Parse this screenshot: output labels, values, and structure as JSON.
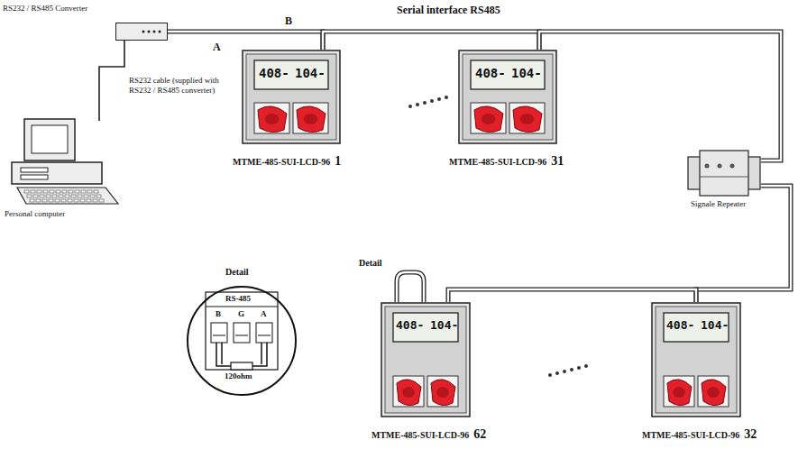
{
  "diagram": {
    "nodes": [
      {
        "text": [
          "RS232 / RS485 Converter"
        ]
      },
      {
        "text": [
          "Personal computer"
        ]
      },
      {
        "text": [
          "MTME-485-SUI-LCD-96",
          "1"
        ]
      },
      {
        "text": [
          "MTME-485-SUI-LCD-96",
          "31"
        ]
      },
      {
        "text": [
          "Signale Repeater"
        ]
      },
      {
        "text": [
          "MTME-485-SUI-LCD-96",
          "62"
        ]
      },
      {
        "text": [
          "MTME-485-SUI-LCD-96",
          "32"
        ]
      }
    ],
    "edges": [
      {
        "from": 1,
        "to": 0,
        "arrow": "none"
      },
      {
        "from": 0,
        "to": 2,
        "arrow": "none"
      },
      {
        "from": 2,
        "to": 3,
        "arrow": "none"
      },
      {
        "from": 3,
        "to": 4,
        "arrow": "none"
      },
      {
        "from": 4,
        "to": 6,
        "arrow": "none"
      },
      {
        "from": 6,
        "to": 5,
        "arrow": "none"
      }
    ],
    "labels": [
      "Serial interface RS485",
      "B",
      "A",
      "RS232 cable (supplied with RS232 / RS485 converter)",
      "Detail",
      "Detail",
      "RS-485",
      "B",
      "G",
      "A",
      "120ohm",
      "408-",
      "104-",
      "408-",
      "104-",
      "408-",
      "104-",
      "408-",
      "104-"
    ]
  }
}
